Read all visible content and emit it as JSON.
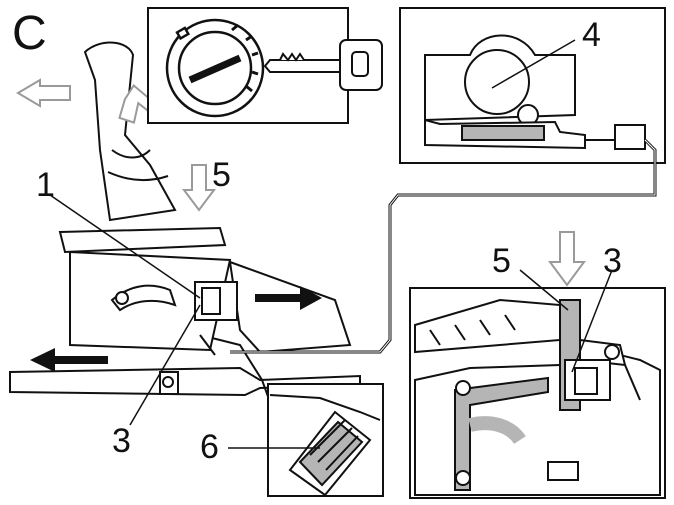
{
  "figure": {
    "panel_label": "C",
    "callouts": {
      "n1": "1",
      "n3a": "3",
      "n3b": "3",
      "n4": "4",
      "n5a": "5",
      "n5b": "5",
      "n6": "6"
    }
  },
  "colors": {
    "line": "#111111",
    "shade": "#b5b5b5",
    "arrow_outline": "#9a9a9a"
  },
  "icons": [
    "ignition-lock-icon",
    "key-icon",
    "arrow-icon"
  ]
}
